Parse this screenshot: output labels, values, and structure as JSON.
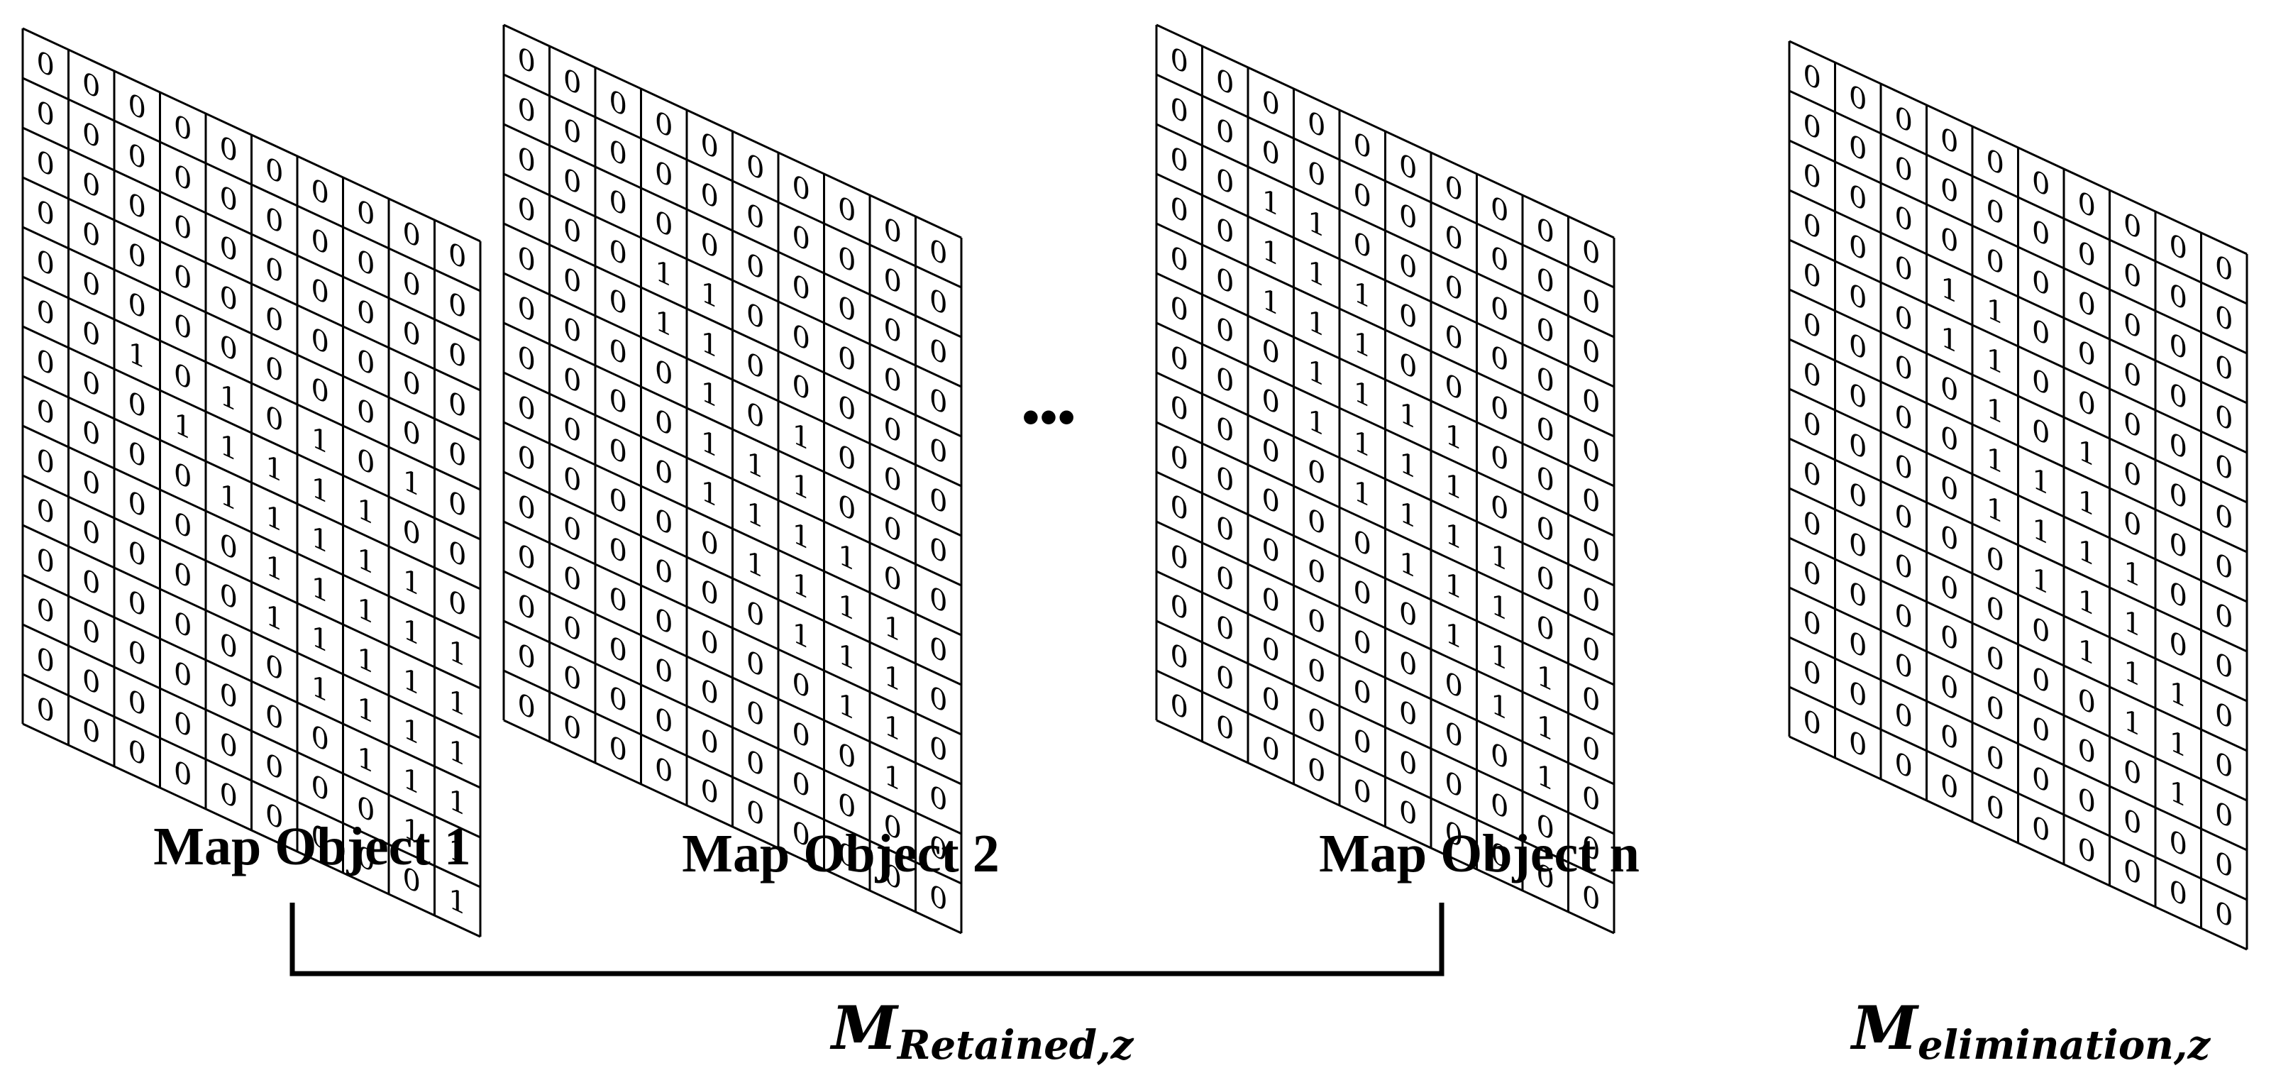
{
  "matrices": [
    {
      "label": "Map Object 1",
      "grid": [
        "0000000000",
        "0000000000",
        "0000000000",
        "0000000000",
        "0000000000",
        "0010101010",
        "0001111100",
        "0000111110",
        "0000011111",
        "0000011111",
        "0000001111",
        "0000000111",
        "0000000011",
        "0000000001"
      ]
    },
    {
      "label": "Map Object 2",
      "grid": [
        "0000000000",
        "0000000000",
        "0000000000",
        "0001100000",
        "0001100000",
        "0000101000",
        "0000111000",
        "0000111100",
        "0000011110",
        "0000001110",
        "0000000110",
        "0000000010",
        "0000000000",
        "0000000000"
      ]
    },
    {
      "label": "Map Object n",
      "grid": [
        "0000000000",
        "0000000000",
        "0011000000",
        "0011100000",
        "0011100000",
        "0001111000",
        "0001111000",
        "0000111100",
        "0000011100",
        "0000001110",
        "0000000110",
        "0000000010",
        "0000000000",
        "0000000000"
      ]
    },
    {
      "label": "",
      "grid": [
        "0000000000",
        "0000000000",
        "0000000000",
        "0001100000",
        "0001100000",
        "0000101000",
        "0000111000",
        "0000111100",
        "0000011100",
        "0000001110",
        "0000000110",
        "0000000010",
        "0000000000",
        "0000000000"
      ]
    }
  ],
  "ellipsis": "•••",
  "retained": {
    "main": "M",
    "sub": "Retained,z"
  },
  "elimination": {
    "main": "M",
    "sub": "elimination,z"
  }
}
